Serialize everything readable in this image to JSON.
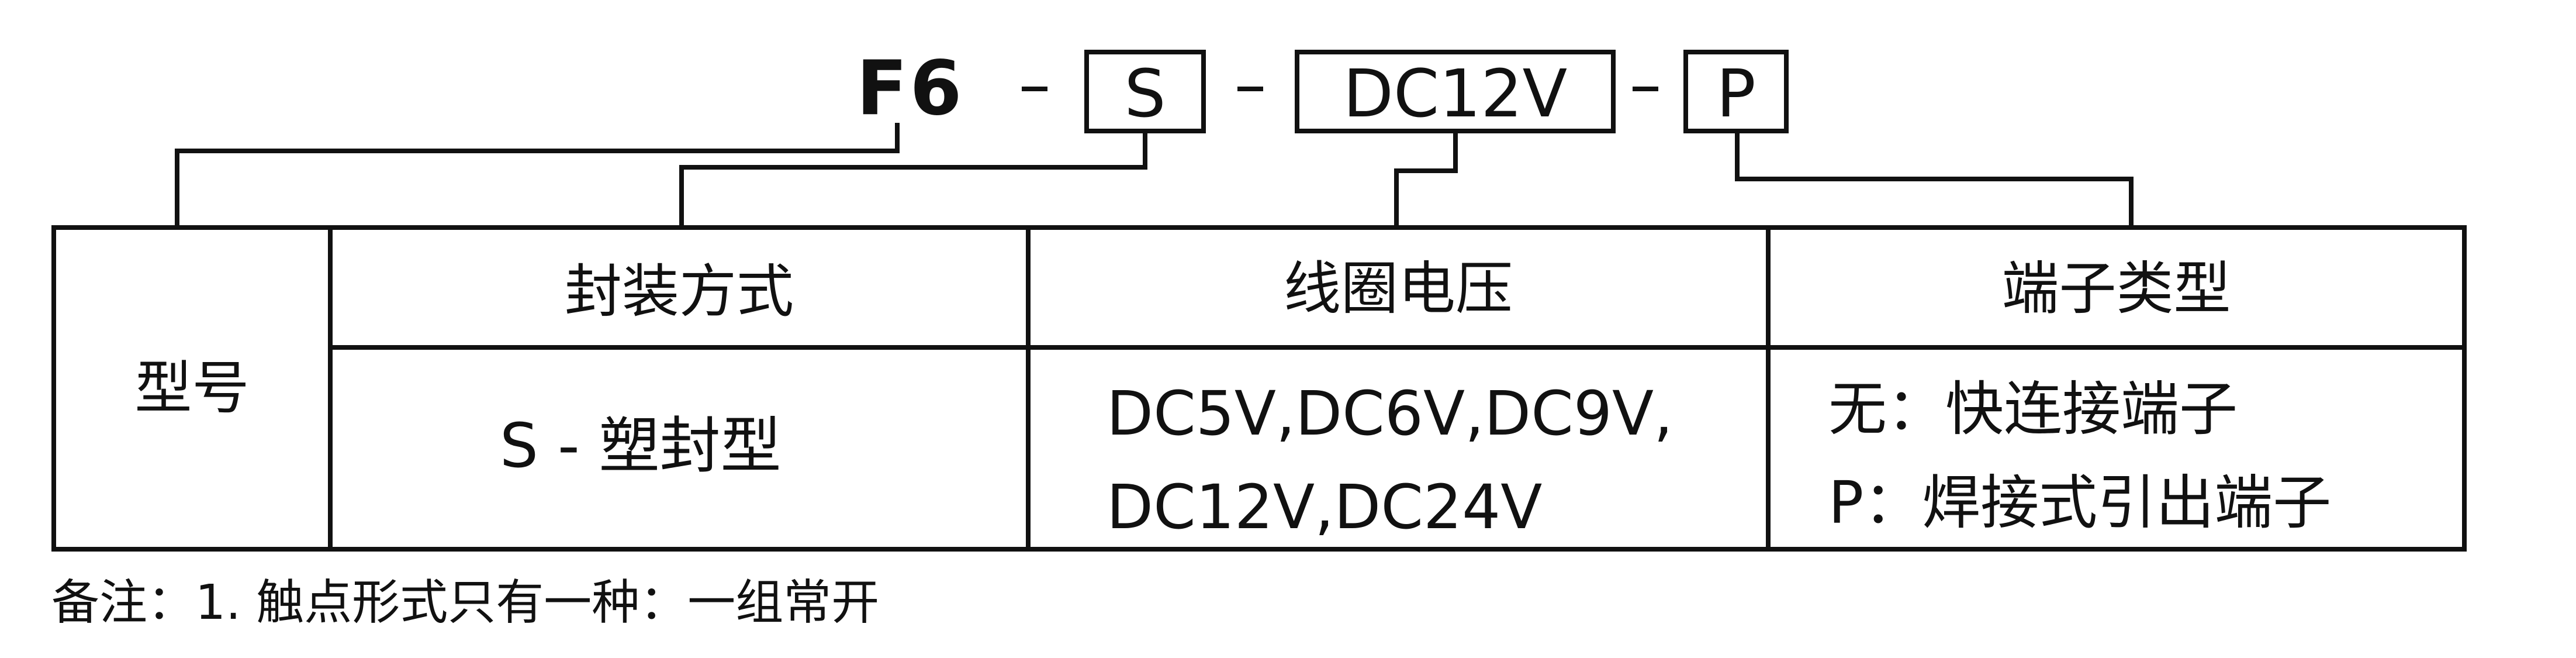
{
  "code": {
    "prefix": "F6",
    "package": "S",
    "voltage": "DC12V",
    "terminal": "P",
    "separator": "-"
  },
  "table": {
    "model_label": "型号",
    "headers": [
      "封装方式",
      "线圈电压",
      "端子类型"
    ],
    "package_value": "S - 塑封型",
    "voltage_values": [
      "DC5V,DC6V,DC9V,",
      "DC12V,DC24V"
    ],
    "terminal_values": [
      "无：快连接端子",
      "P：焊接式引出端子"
    ]
  },
  "note": "备注：1. 触点形式只有一种：一组常开"
}
